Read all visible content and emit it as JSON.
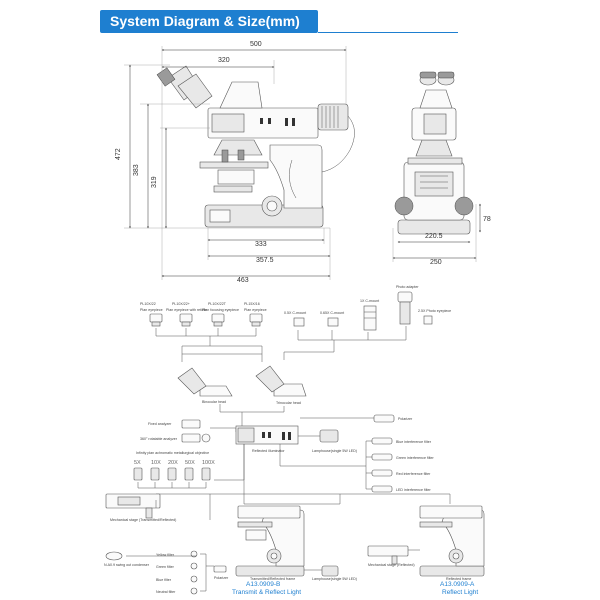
{
  "header": {
    "title": "System Diagram & Size(mm)"
  },
  "dimensions": {
    "side": {
      "w500": "500",
      "w320": "320",
      "h472": "472",
      "h383": "383",
      "h319": "319",
      "w333": "333",
      "w357": "357.5",
      "w463": "463"
    },
    "front": {
      "w220": "220.5",
      "w250": "250",
      "h78": "78"
    }
  },
  "eyepieces": [
    "PL10X/22",
    "PL10X/22+",
    "PL10X/22T",
    "PL15X/16"
  ],
  "eyepiece_captions": [
    "Plan eyepiece",
    "Plan eyepiece with reticle",
    "Plan focusing eyepiece",
    "Plan eyepiece"
  ],
  "camera_parts": {
    "mount05": "0.5X C-mount",
    "mount065": "0.65X C-mount",
    "mount1": "1X C-mount",
    "photo_top": "Photo adapter",
    "photo_eyepiece": "2.5X Photo eyepiece"
  },
  "heads": {
    "binocular": "Binocular head",
    "trinocular": "Trinocular head"
  },
  "accessories": {
    "polarizer": "Polarizer",
    "fixed_analyzer": "Fixed analyzer",
    "rotatable_analyzer": "360° rotatable analyzer",
    "reflected_illuminator": "Reflected illuminator",
    "lamphouse": "Lamphouse(single 5W LED)",
    "objectives_caption": "Infinity plan achromatic metallurgical objective",
    "objectives": [
      "5X",
      "10X",
      "20X",
      "50X",
      "100X"
    ]
  },
  "filters": [
    "Blue interference filter",
    "Green interference filter",
    "Red interference filter",
    "LED interference filter"
  ],
  "lower_left": {
    "stage": "Mechanical stage (Transmitted/Reflected)",
    "condenser": "N.A0.9 swing out condenser",
    "yellow": "Yellow filter",
    "green": "Green filter",
    "blue": "Blue filter",
    "neutral": "Neutral filter",
    "polarizer": "Polarizer"
  },
  "models": {
    "b_caption": "Transmitted/Reflected frame",
    "b_lamp": "Lamphouse(single 5W LED)",
    "b_code": "A13.0909-B",
    "b_desc": "Transmit & Reflect Light",
    "a_caption": "Reflected frame",
    "a_code": "A13.0909-A",
    "a_desc": "Reflect Light",
    "a_stage": "Mechanical stage (Reflected)"
  }
}
